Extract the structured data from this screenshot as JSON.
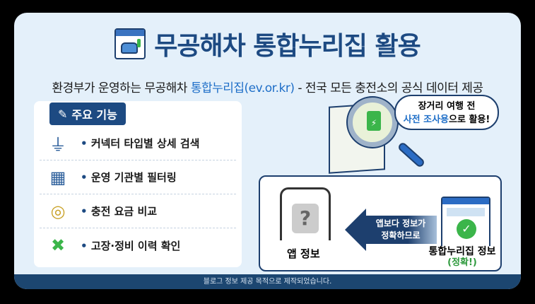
{
  "header": {
    "title": "무공해차 통합누리집 활용",
    "subtitle_pre": "환경부가 운영하는 무공해차 ",
    "subtitle_hl": "통합누리집(ev.or.kr)",
    "subtitle_post": " - 전국 모든 충전소의 공식 데이터 제공",
    "logo_icon": "ev-car-browser-icon"
  },
  "features": {
    "badge": "주요 기능",
    "items": [
      {
        "label": "커넥터 타입별 상세 검색",
        "icon": "plug-icon"
      },
      {
        "label": "운영 기관별 필터링",
        "icon": "building-icon"
      },
      {
        "label": "충전 요금 비교",
        "icon": "coins-chart-icon"
      },
      {
        "label": "고장·정비 이력 확인",
        "icon": "wrench-icon"
      }
    ]
  },
  "bubble": {
    "line1": "장거리 여행 전",
    "line2_hl": "사전 조사용",
    "line2_rest": "으로 활용!"
  },
  "compare": {
    "app_label": "앱 정보",
    "arrow_line1": "앱보다 정보가",
    "arrow_line2": "정확하므로",
    "web_label": "통합누리집 정보",
    "web_note": "(정확!)"
  },
  "footer": {
    "text": "블로그 정보 제공 목적으로 제작되었습니다."
  },
  "colors": {
    "navy": "#1d4a82",
    "accent": "#1f6fc8",
    "green": "#3bb54a",
    "background": "#e4f0fa"
  }
}
